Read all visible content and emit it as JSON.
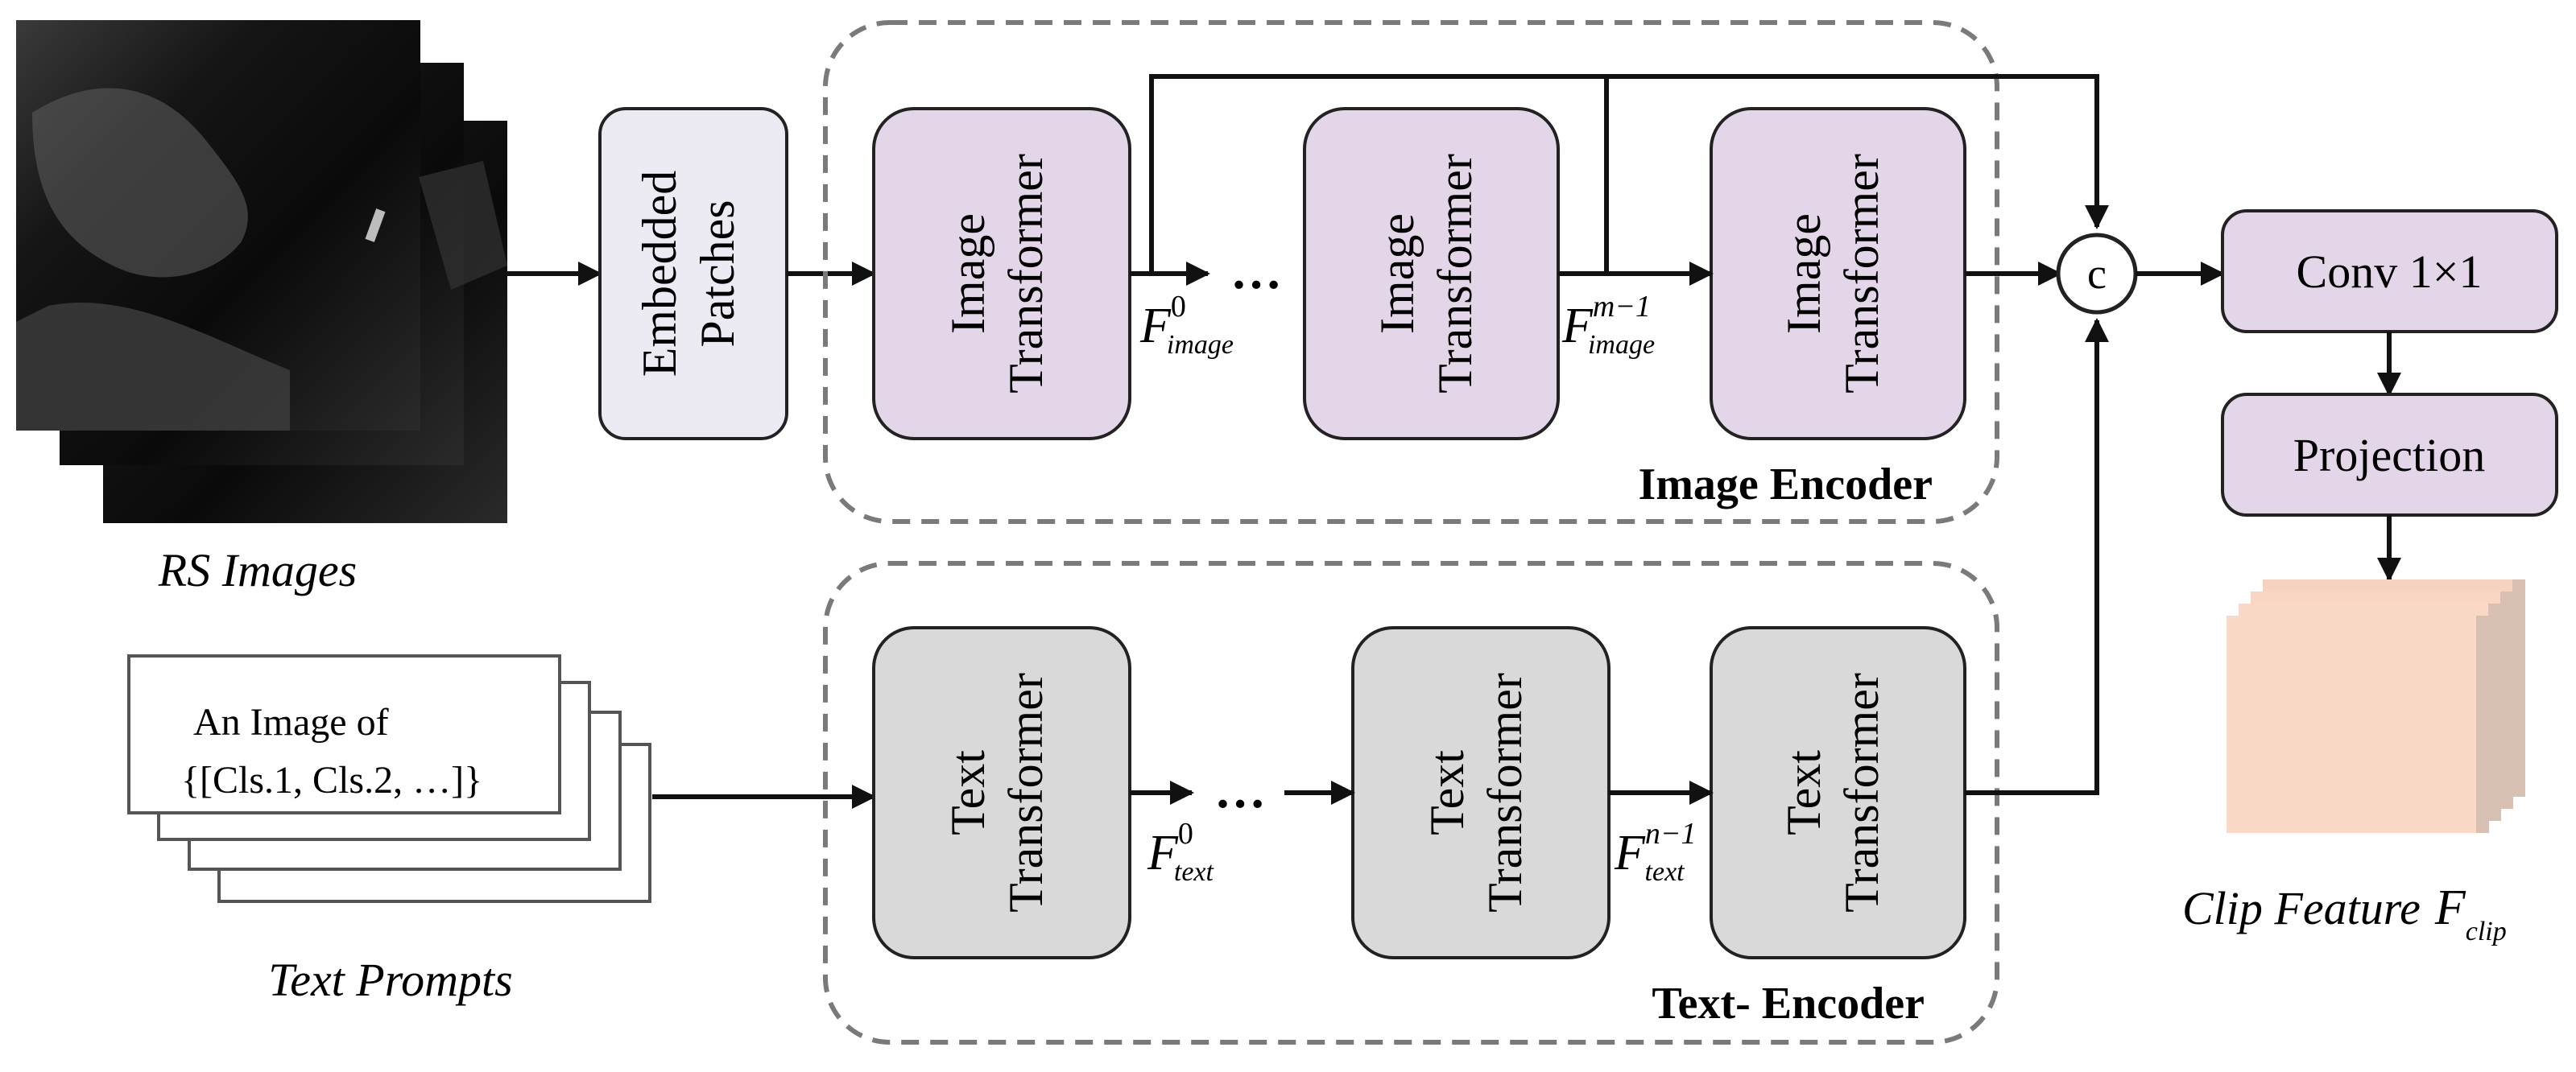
{
  "rs_images": {
    "label": "RS Images"
  },
  "text_prompts": {
    "line1": "An Image of",
    "line2": "{[Cls.1, Cls.2, …]}",
    "label": "Text Prompts"
  },
  "embedded_patches": {
    "line1": "Embedded",
    "line2": "Patches"
  },
  "image_encoder": {
    "title": "Image Encoder",
    "blocks": [
      {
        "line1": "Image",
        "line2": "Transformer"
      },
      {
        "line1": "Image",
        "line2": "Transformer"
      },
      {
        "line1": "Image",
        "line2": "Transformer"
      }
    ],
    "ellipsis": "…",
    "feat0": {
      "base": "F",
      "sup": "0",
      "sub": "image"
    },
    "featm": {
      "base": "F",
      "sup": "m−1",
      "sub": "image"
    }
  },
  "text_encoder": {
    "title": "Text- Encoder",
    "blocks": [
      {
        "line1": "Text",
        "line2": "Transformer"
      },
      {
        "line1": "Text",
        "line2": "Transformer"
      },
      {
        "line1": "Text",
        "line2": "Transformer"
      }
    ],
    "ellipsis": "…",
    "feat0": {
      "base": "F",
      "sup": "0",
      "sub": "text"
    },
    "featn": {
      "base": "F",
      "sup": "n−1",
      "sub": "text"
    }
  },
  "concat": {
    "symbol": "c"
  },
  "conv": {
    "label": "Conv 1×1"
  },
  "projection": {
    "label": "Projection"
  },
  "clip_feature": {
    "label": "Clip Feature",
    "base": "F",
    "sub": "clip"
  },
  "colors": {
    "image_block": "#e3d6e8",
    "embedded_block": "#ecebf3",
    "text_block": "#d9d9d9",
    "feature_face": "#fad9c6",
    "feature_side": "#d8c1b3"
  }
}
